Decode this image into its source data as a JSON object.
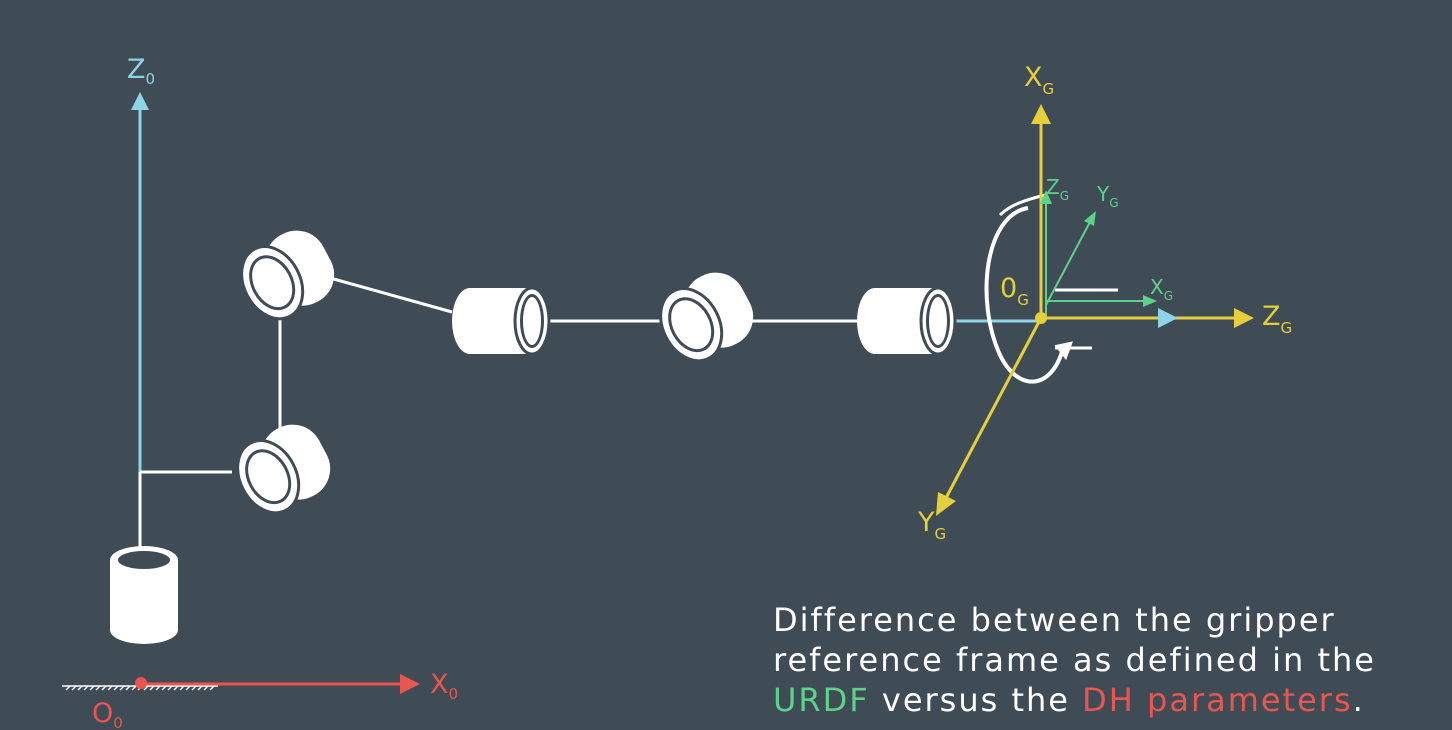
{
  "colors": {
    "background": "#3f4b55",
    "base_z_axis": "#8fd3e6",
    "base_x_axis": "#e8564f",
    "dh_frame": "#e6cf3c",
    "urdf_frame": "#5dd28a",
    "links": "#ffffff"
  },
  "labels": {
    "z0": {
      "main": "Z",
      "sub": "0"
    },
    "x0": {
      "main": "X",
      "sub": "0"
    },
    "o0": {
      "main": "O",
      "sub": "0"
    },
    "og": {
      "main": "0",
      "sub": "G"
    },
    "dh_x": {
      "main": "X",
      "sub": "G"
    },
    "dh_y": {
      "main": "Y",
      "sub": "G"
    },
    "dh_z": {
      "main": "Z",
      "sub": "G"
    },
    "urdf_x": {
      "main": "X",
      "sub": "G"
    },
    "urdf_y": {
      "main": "Y",
      "sub": "G"
    },
    "urdf_z": {
      "main": "Z",
      "sub": "G"
    }
  },
  "caption": {
    "line1": "Difference between the gripper",
    "line2": "reference frame as defined in the",
    "urdf": "URDF",
    "middle": " versus the ",
    "dh": "DH parameters",
    "end": "."
  }
}
